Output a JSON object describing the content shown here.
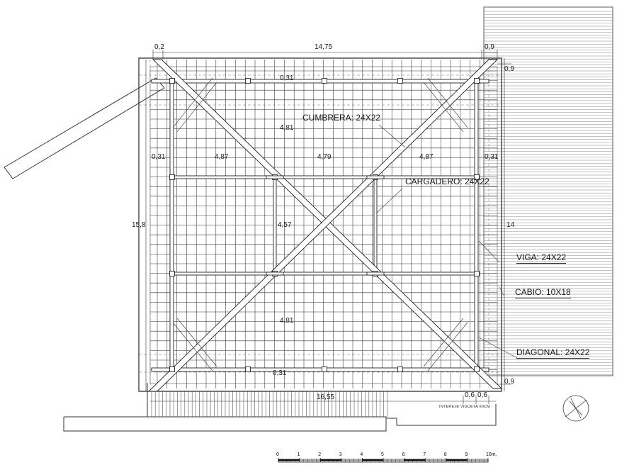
{
  "dimensions": {
    "top_overhang_left": "0,2",
    "top_total": "14,75",
    "top_overhang_right": "0,9",
    "right_overhang_top": "0,9",
    "right_overhang_bottom": "0,9",
    "left_total": "15,8",
    "right_total": "14",
    "bottom_total": "16,55",
    "bottom_bay_1": "0,6",
    "bottom_bay_2": "0,6",
    "upper_offset": "0,31",
    "lower_offset": "0,31",
    "left_offset": "0,31",
    "right_offset": "0,31",
    "upper_span": "4,81",
    "lower_span": "4,81",
    "left_span": "4,87",
    "center_span": "4,79",
    "right_span": "4,87",
    "middle_span": "4,57"
  },
  "callouts": {
    "cumbrera": "CUMBRERA: 24X22",
    "cargadero": "CARGADERO: 24X22",
    "viga": "VIGA: 24X22",
    "cabio": "CABIO: 10X18",
    "diagonal": "DIAGONAL: 24X22"
  },
  "note": "INTEREJE VIGUETA 60CM",
  "scale_bar": {
    "ticks": [
      "0",
      "1",
      "2",
      "3",
      "4",
      "5",
      "6",
      "7",
      "8",
      "9",
      "10m."
    ]
  },
  "colors": {
    "line": "#222222",
    "light": "#666666",
    "background": "#ffffff"
  },
  "icons": {
    "north": "north-arrow-icon"
  }
}
